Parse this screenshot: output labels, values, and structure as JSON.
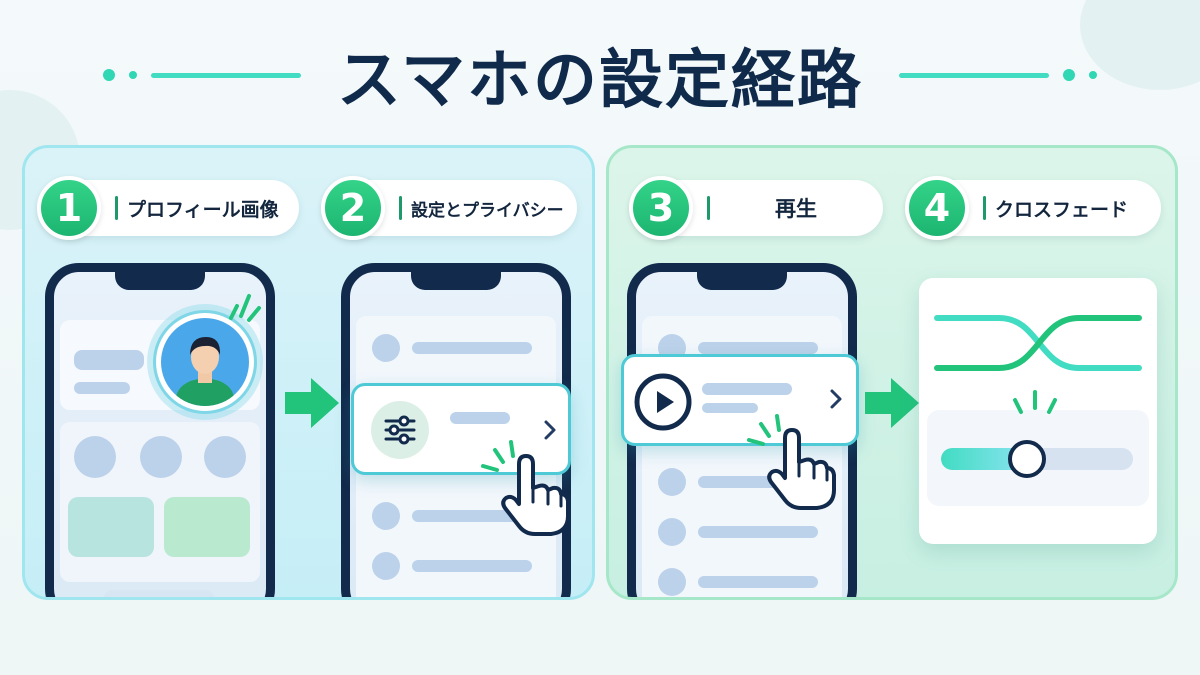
{
  "title": "スマホの設定経路",
  "steps": [
    {
      "number": "1",
      "label": "プロフィール画像"
    },
    {
      "number": "2",
      "label": "設定とプライバシー"
    },
    {
      "number": "3",
      "label": "再生"
    },
    {
      "number": "4",
      "label": "クロスフェード"
    }
  ],
  "colors": {
    "accent_green": "#22c47c",
    "navy": "#122a4c",
    "teal": "#41dcc2"
  },
  "icons": [
    "avatar-icon",
    "sliders-icon",
    "chevron-right-icon",
    "play-icon",
    "hand-pointer-icon",
    "crossfade-curves-icon",
    "arrow-right-icon"
  ],
  "crossfade_slider": {
    "level": 0.45
  }
}
